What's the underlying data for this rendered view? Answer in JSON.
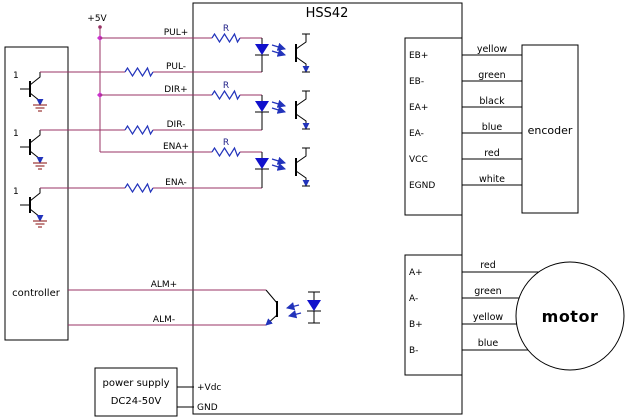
{
  "title": "HSS42",
  "power": {
    "v5_label": "+5V",
    "supply_line1": "power supply",
    "supply_line2": "DC24-50V",
    "vdc_label": "+Vdc",
    "gnd_label": "GND"
  },
  "controller": {
    "label": "controller",
    "transistor_labels": [
      "1",
      "1",
      "1"
    ]
  },
  "channels": {
    "resistor_label": "R",
    "signals": [
      "PUL+",
      "PUL-",
      "DIR+",
      "DIR-",
      "ENA+",
      "ENA-",
      "ALM+",
      "ALM-"
    ]
  },
  "encoder": {
    "label": "encoder",
    "pins": [
      {
        "pin": "EB+",
        "wire": "yellow"
      },
      {
        "pin": "EB-",
        "wire": "green"
      },
      {
        "pin": "EA+",
        "wire": "black"
      },
      {
        "pin": "EA-",
        "wire": "blue"
      },
      {
        "pin": "VCC",
        "wire": "red"
      },
      {
        "pin": "EGND",
        "wire": "white"
      }
    ]
  },
  "motor": {
    "label": "motor",
    "pins": [
      {
        "pin": "A+",
        "wire": "red"
      },
      {
        "pin": "A-",
        "wire": "green"
      },
      {
        "pin": "B+",
        "wire": "yellow"
      },
      {
        "pin": "B-",
        "wire": "blue"
      }
    ]
  },
  "colors": {
    "wire": "#993366",
    "junction": "#cc33cc",
    "component_blue": "#1111cc",
    "ground": "#993333",
    "outline": "#000000"
  }
}
